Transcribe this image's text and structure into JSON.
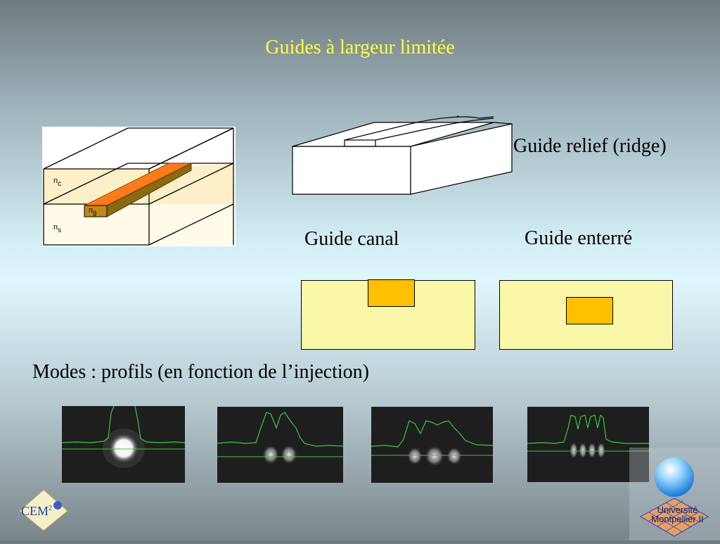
{
  "slide": {
    "title": "Guides à largeur limitée",
    "labels": {
      "ridge": "Guide relief (ridge)",
      "canal": "Guide canal",
      "enterre": "Guide enterré",
      "modes": "Modes : profils (en fonction de l’injection)"
    },
    "diagram": {
      "n_c": "n",
      "n_c_sub": "c",
      "n_g": "n",
      "n_g_sub": "g",
      "n_s": "n",
      "n_s_sub": "s"
    },
    "logos": {
      "cem": "CEM",
      "cem_super": "2",
      "university_line1": "Université",
      "university_line2": "Montpellier II"
    },
    "colors": {
      "title": "#ffff40",
      "substrate": "#fbf7a8",
      "core": "#ffc000",
      "orange_guide": "#ff7a1a",
      "profile_line": "#3cc83c"
    }
  }
}
